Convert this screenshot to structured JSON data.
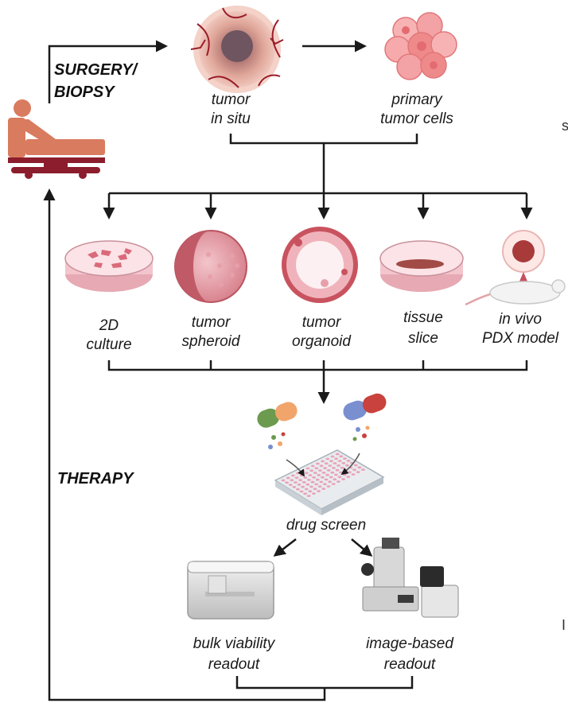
{
  "labels": {
    "surgery_1": "SURGERY/",
    "surgery_2": "BIOPSY",
    "therapy": "THERAPY",
    "tumor_in_situ_1": "tumor",
    "tumor_in_situ_2": "in situ",
    "primary_1": "primary",
    "primary_2": "tumor cells",
    "culture2d_1": "2D",
    "culture2d_2": "culture",
    "spheroid_1": "tumor",
    "spheroid_2": "spheroid",
    "organoid_1": "tumor",
    "organoid_2": "organoid",
    "slice_1": "tissue",
    "slice_2": "slice",
    "pdx_1": "in vivo",
    "pdx_2": "PDX model",
    "drug_screen": "drug screen",
    "bulk_1": "bulk viability",
    "bulk_2": "readout",
    "image_1": "image-based",
    "image_2": "readout",
    "edge_char_1": "s",
    "edge_char_2": "I"
  },
  "colors": {
    "line": "#1a1a1a",
    "patient_bed": "#d97b5f",
    "bed_base": "#8b1d2c",
    "tumor": "#c9504f",
    "cells": "#ef8a8a",
    "dish": "#f6c6cf",
    "pill_green": "#6c9a4e",
    "pill_orange": "#f1a56b",
    "pill_blue": "#7a8fd0",
    "pill_red": "#c9423d",
    "plate": "#e9a3b6",
    "instrument": "#d9d9d9"
  },
  "icons": [
    "patient-bed-icon",
    "tumor-icon",
    "tumor-cells-icon",
    "petri-dish-2d-icon",
    "spheroid-icon",
    "organoid-icon",
    "tissue-slice-icon",
    "mouse-pdx-icon",
    "pills-icon",
    "well-plate-icon",
    "plate-reader-icon",
    "microscope-icon"
  ]
}
